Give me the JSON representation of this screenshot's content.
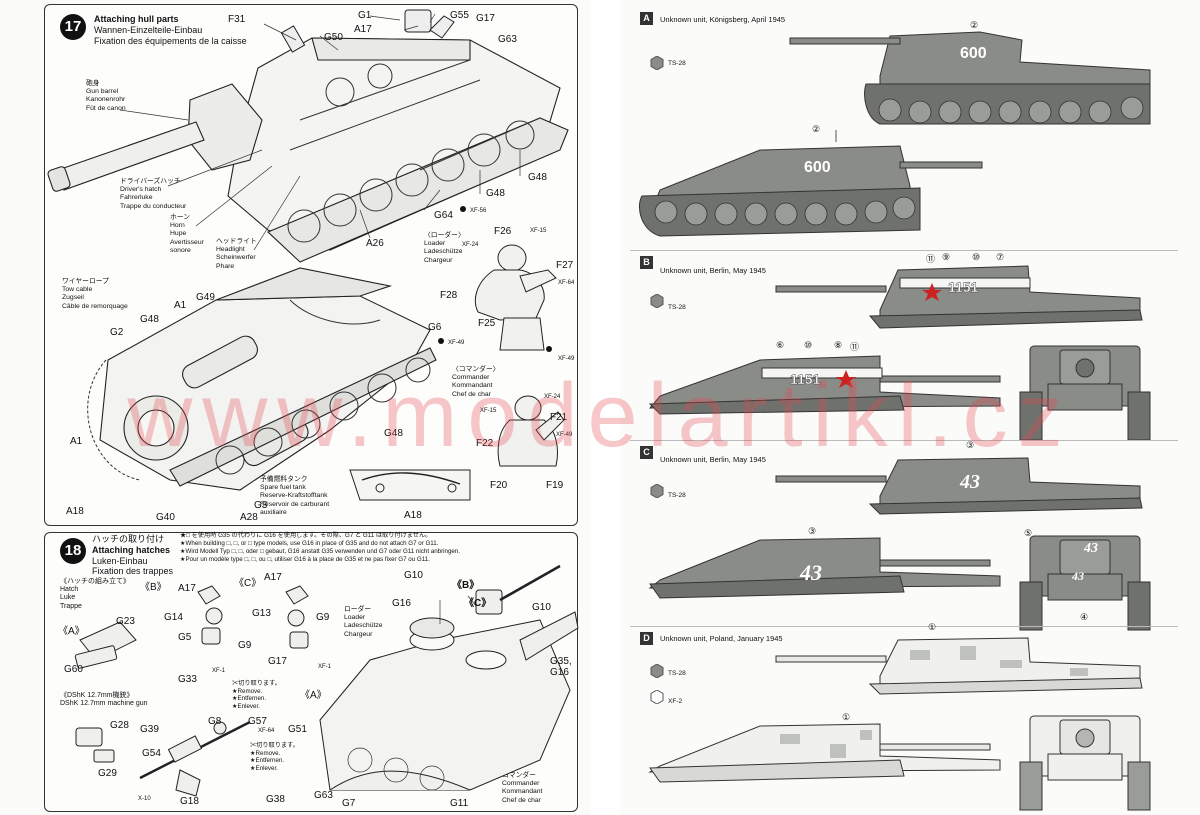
{
  "step17": {
    "number": "17",
    "title_jp": "Attaching hull parts",
    "title_de": "Wannen-Einzelteile-Einbau",
    "title_fr": "Fixation des équipements de la caisse",
    "callouts": {
      "gun_barrel": "砲身\nGun barrel\nKanonenrohr\nFût de canon",
      "drivers_hatch": "ドライバーズハッチ\nDriver's hatch\nFahrerluke\nTrappe du conducteur",
      "horn": "ホーン\nHorn\nHupe\nAvertisseur\nsonore",
      "headlight": "ヘッドライト\nHeadlight\nScheinwerfer\nPhare",
      "tow_cable": "ワイヤーロープ\nTow cable\nZugseil\nCâble de remorquage",
      "spare_fuel": "予備燃料タンク\nSpare fuel tank\nReserve-Kraftstofftank\nRéservoir de carburant\nauxiliaire",
      "loader": "〈ローダー〉\nLoader\nLadeschütze\nChargeur",
      "commander": "〈コマンダー〉\nCommander\nKommandant\nChef de char"
    },
    "parts": {
      "F31": "F31",
      "G1": "G1",
      "A17": "A17",
      "G55": "G55",
      "G17": "G17",
      "G50": "G50",
      "G63": "G63",
      "G48a": "G48",
      "G48b": "G48",
      "G64": "G64",
      "A26": "A26",
      "XF56": "XF-56",
      "G49": "G49",
      "A1a": "A1",
      "G48c": "G48",
      "G2": "G2",
      "G6": "G6",
      "XF49a": "XF-49",
      "A1b": "A1",
      "G48d": "G48",
      "A18a": "A18",
      "G40": "G40",
      "G3": "G3",
      "A28": "A28",
      "A18b": "A18",
      "F26": "F26",
      "XF15a": "XF-15",
      "XF24a": "XF-24",
      "F27": "F27",
      "XF64a": "XF-64",
      "F28": "F28",
      "F25": "F25",
      "XF49b": "XF-49",
      "XF24b": "XF-24",
      "XF15b": "XF-15",
      "F21": "F21",
      "XF49c": "XF-49",
      "F22": "F22",
      "F20": "F20",
      "F19": "F19"
    }
  },
  "step18": {
    "number": "18",
    "title_jp": "ハッチの取り付け",
    "title_en": "Attaching hatches",
    "title_de": "Luken-Einbau",
    "title_fr": "Fixation des trappes",
    "instruction": "★□ を使用時 G35 の代わりに G16 を使用します。その際、G7 と G11 は取り付けません。\n★When building □, □, or □ type models, use G16 in place of G35 and do not attach G7 or G11.\n★Wird Modell Typ □, □, oder □ gebaut, G16 anstatt G35 verwenden und G7 oder G11 nicht anbringen.\n★Pour un modèle type □, □, ou □, utiliser G16 à la place de G35 et ne pas fixer G7 ou G11.",
    "hatch_sub": "《ハッチの組み立て》\nHatch\nLuke\nTrappe",
    "dshk_sub": "《DShK 12.7mm機銃》\nDShK 12.7mm machine gun",
    "remove_note": "✂切り取ります。\n★Remove.\n★Entfernen.\n★Enlever.",
    "loader_note": "ローダー\nLoader\nLadeschütze\nChargeur",
    "commander_note": "コマンダー\nCommander\nKommandant\nChef de char",
    "parts": {
      "B": "《B》",
      "A": "《A》",
      "C": "《C》",
      "A_paren": "《A》",
      "B_circ": "《B》",
      "C_circ": "《C》",
      "G23": "G23",
      "G60": "G60",
      "A17": "A17",
      "G14": "G14",
      "G5": "G5",
      "G9a": "G9",
      "XF1a": "XF-1",
      "A17b": "A17",
      "G13": "G13",
      "G9b": "G9",
      "G17": "G17",
      "XF1b": "XF-1",
      "G10a": "G10",
      "G16": "G16",
      "G10b": "G10",
      "G35": "G35,\nG16",
      "G33": "G33",
      "G28": "G28",
      "G29": "G29",
      "G39": "G39",
      "G8": "G8",
      "G57": "G57",
      "XF64": "XF-64",
      "G51": "G51",
      "G54": "G54",
      "X10": "X-10",
      "G18": "G18",
      "G38": "G38",
      "G63": "G63",
      "G7": "G7",
      "G11": "G11"
    }
  },
  "schemes": [
    {
      "badge": "A",
      "caption": "Unknown unit, Königsberg, April 1945",
      "paints": [
        "TS-28"
      ],
      "number": "600"
    },
    {
      "badge": "B",
      "caption": "Unknown unit, Berlin, May 1945",
      "paints": [
        "TS-28"
      ],
      "number": "1151"
    },
    {
      "badge": "C",
      "caption": "Unknown unit, Berlin, May 1945",
      "paints": [
        "TS-28"
      ],
      "number": "43"
    },
    {
      "badge": "D",
      "caption": "Unknown unit, Poland, January 1945",
      "paints": [
        "TS-28",
        "XF-2"
      ],
      "number": ""
    }
  ],
  "decal_markers": {
    "a1": "②",
    "a2": "②",
    "b1": "⑪",
    "b2": "⑨",
    "b3": "⑩",
    "b4": "⑦",
    "b5": "⑥",
    "b6": "⑩",
    "b7": "⑧",
    "b8": "⑪",
    "c1": "③",
    "c2": "③",
    "c3": "⑤",
    "c4": "④",
    "d1": "①",
    "d2": "①"
  },
  "watermark": "www.modelartikl.cz",
  "colors": {
    "ink": "#111111",
    "tank_green": "#8a8c88",
    "tank_dark": "#5a5b58",
    "winter_white": "#f0f0ef",
    "watermark": "#e84650"
  }
}
